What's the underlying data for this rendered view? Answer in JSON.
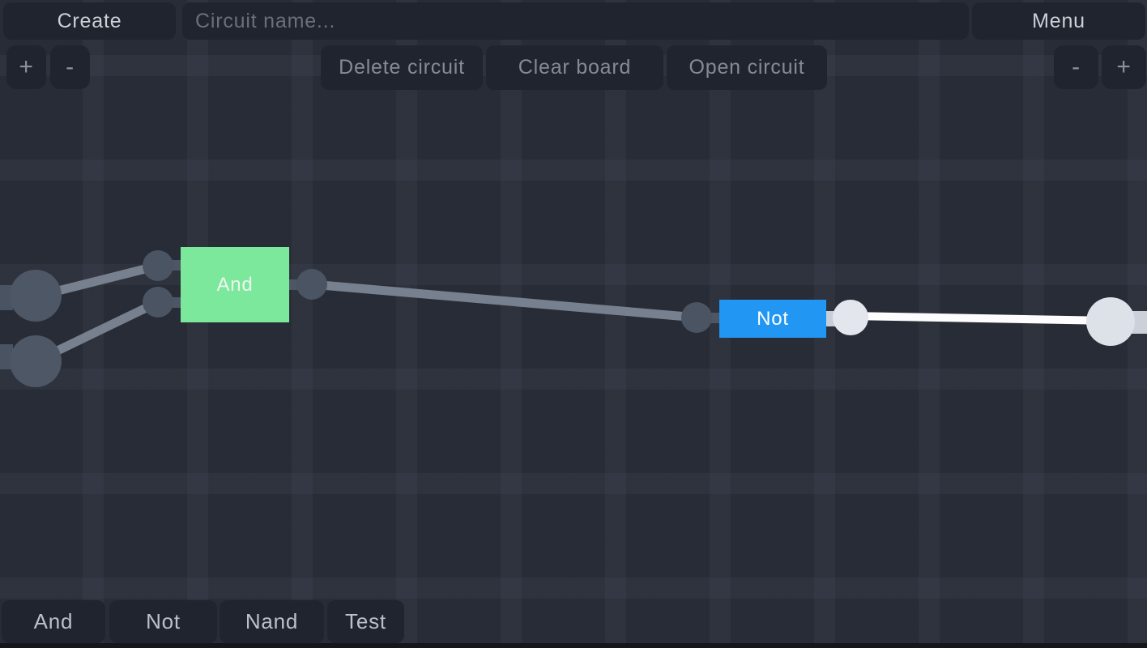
{
  "header": {
    "create_label": "Create",
    "circuit_name_placeholder": "Circuit name...",
    "circuit_name_value": "",
    "menu_label": "Menu"
  },
  "toolbar": {
    "delete_circuit_label": "Delete circuit",
    "clear_board_label": "Clear board",
    "open_circuit_label": "Open circuit",
    "zoom_in_label": "+",
    "zoom_out_label": "-"
  },
  "palette": {
    "items": [
      {
        "label": "And"
      },
      {
        "label": "Not"
      },
      {
        "label": "Nand"
      },
      {
        "label": "Test"
      }
    ]
  },
  "circuit": {
    "gates": [
      {
        "label": "And",
        "color": "#7be89c"
      },
      {
        "label": "Not",
        "color": "#2196f3"
      }
    ],
    "colors": {
      "background": "#282c36",
      "panel_button": "#20242e",
      "wire_inactive": "#76808f",
      "wire_active": "#ffffff",
      "node_inactive": "#4b5462",
      "node_active": "#e3e7ed",
      "terminal_inactive": "#4e5766",
      "terminal_active": "#dde1e8",
      "text_bright": "#ccd0d7",
      "text_muted": "#858b96"
    }
  }
}
